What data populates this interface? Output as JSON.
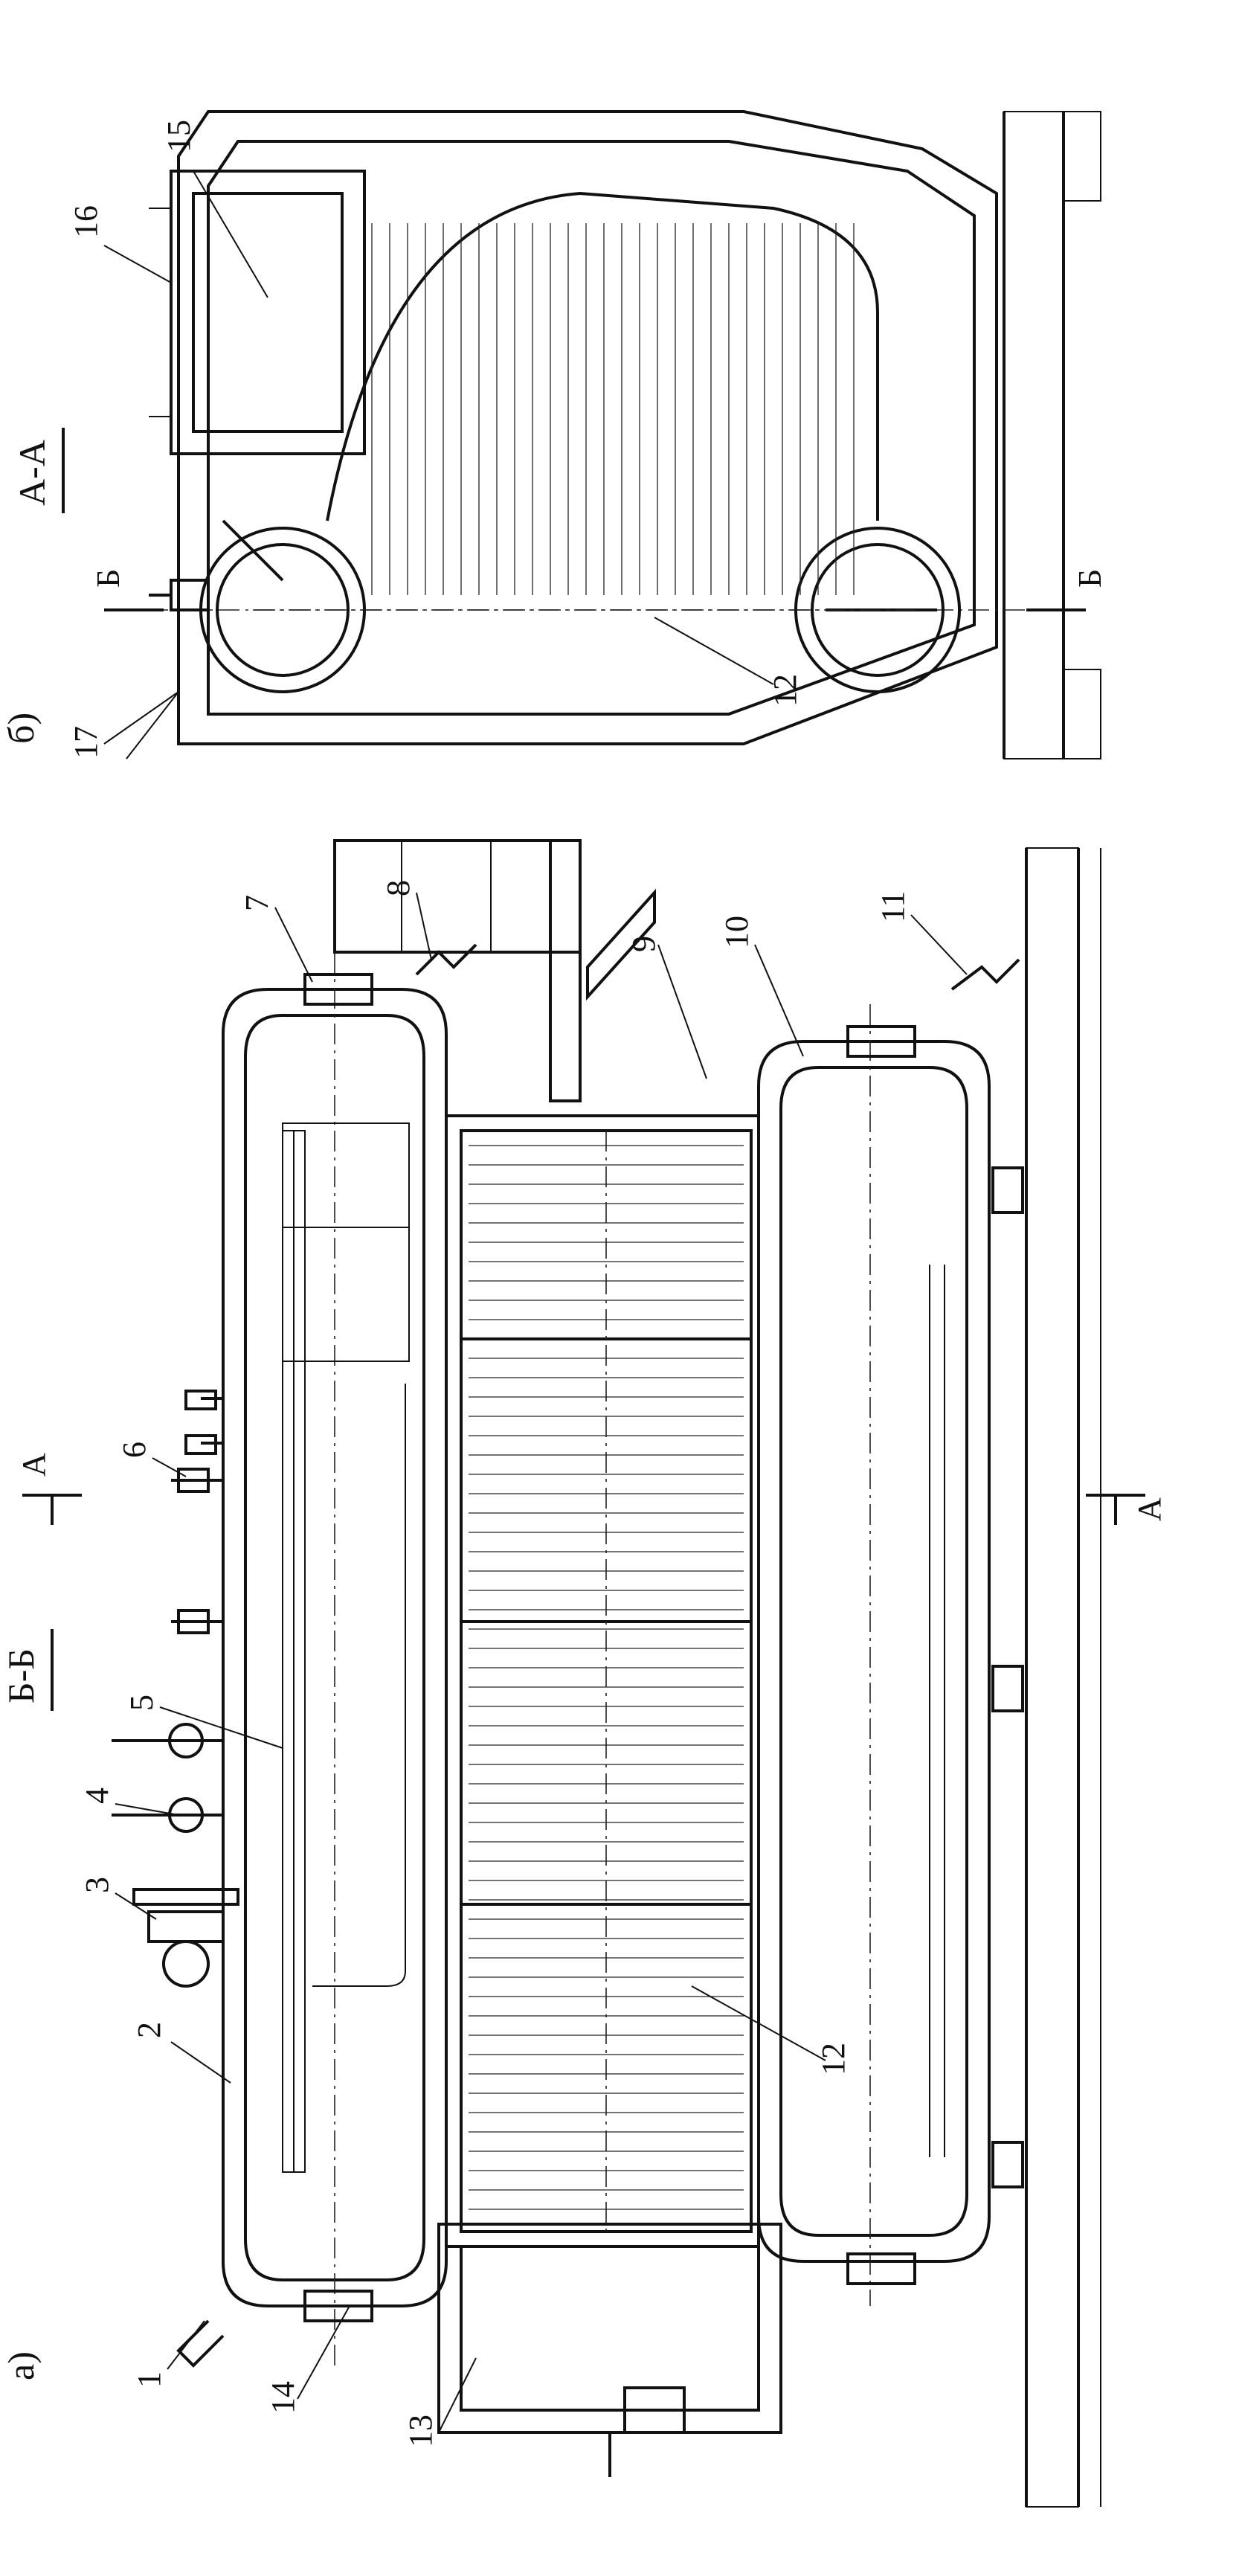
{
  "views": {
    "a": {
      "letter": "а)",
      "section_title": "Б-Б",
      "cut_marker": "А"
    },
    "b": {
      "letter": "б)",
      "section_title": "А-А",
      "cut_marker": "Б"
    }
  },
  "callouts_a": [
    "1",
    "2",
    "3",
    "4",
    "5",
    "6",
    "7",
    "8",
    "9",
    "10",
    "11",
    "12",
    "13",
    "14"
  ],
  "callouts_b": [
    "12",
    "15",
    "16",
    "17"
  ]
}
